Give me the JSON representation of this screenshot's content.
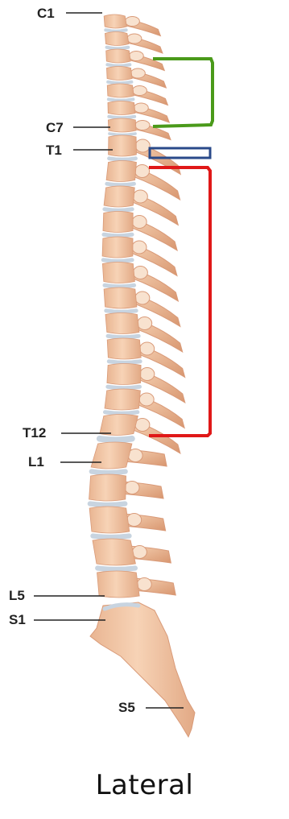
{
  "labels": {
    "c1": "C1",
    "c7": "C7",
    "t1": "T1",
    "t12": "T12",
    "l1": "L1",
    "l5": "L5",
    "s1": "S1",
    "s5": "S5"
  },
  "caption": "Lateral",
  "colors": {
    "bone": "#f3c7a6",
    "bone_shadow": "#d99a78",
    "disc": "#c8d4e0",
    "cervical_bracket": "#4a9a1a",
    "t1_bracket": "#2a4a8a",
    "thoracic_bracket": "#e01818",
    "leader_line": "#222222"
  }
}
